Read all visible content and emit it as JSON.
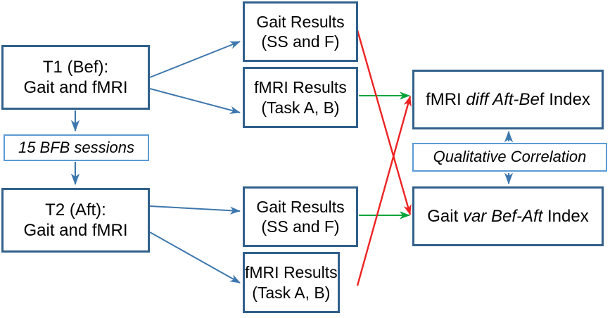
{
  "diagram": {
    "title": "Study design flowchart: BFB training with gait and fMRI assessments",
    "colors": {
      "box_border_dark": "#31608b",
      "box_border_light": "#5b9bd5",
      "arrow_blue": "#3d77ad",
      "arrow_green": "#00a43c",
      "arrow_red": "#ee2222",
      "background": "#ffffff",
      "text": "#000000"
    },
    "nodes": [
      {
        "id": "t1",
        "name": "t1-bef-node",
        "style": "dark",
        "lines": [
          "T1 (Bef):",
          "Gait and fMRI"
        ]
      },
      {
        "id": "bfb",
        "name": "bfb-sessions-node",
        "style": "light",
        "lines": [
          "15 BFB sessions"
        ]
      },
      {
        "id": "t2",
        "name": "t2-aft-node",
        "style": "dark",
        "lines": [
          "T2 (Aft):",
          "Gait and fMRI"
        ]
      },
      {
        "id": "gait_results_1",
        "name": "gait-results-top-node",
        "style": "dark",
        "lines": [
          "Gait Results",
          "(SS and F)"
        ]
      },
      {
        "id": "fmri_results_1",
        "name": "fmri-results-top-node",
        "style": "dark",
        "lines": [
          "fMRI Results",
          "(Task A, B)"
        ]
      },
      {
        "id": "gait_results_2",
        "name": "gait-results-bottom-node",
        "style": "dark",
        "lines": [
          "Gait Results",
          "(SS and F)"
        ]
      },
      {
        "id": "fmri_results_2",
        "name": "fmri-results-bottom-node",
        "style": "dark",
        "lines": [
          "fMRI Results",
          "(Task A, B)"
        ]
      },
      {
        "id": "fmri_index",
        "name": "fmri-diff-index-node",
        "style": "dark",
        "parts": [
          {
            "text": "fMRI ",
            "italic": false
          },
          {
            "text": "diff Aft-Be",
            "italic": true
          },
          {
            "text": "f Index",
            "italic": false
          }
        ]
      },
      {
        "id": "qualitative_correlation",
        "name": "qualitative-correlation-node",
        "style": "light",
        "lines": [
          "Qualitative  Correlation"
        ]
      },
      {
        "id": "gait_index",
        "name": "gait-var-index-node",
        "style": "dark",
        "parts": [
          {
            "text": "Gait ",
            "italic": false
          },
          {
            "text": "var Bef-Aft",
            "italic": true
          },
          {
            "text": " Index",
            "italic": false
          }
        ]
      }
    ],
    "edges": [
      {
        "from": "t1",
        "to": "gait_results_1",
        "color": "blue",
        "name": "edge-t1-to-gait-results-top"
      },
      {
        "from": "t1",
        "to": "fmri_results_1",
        "color": "blue",
        "name": "edge-t1-to-fmri-results-top"
      },
      {
        "from": "t1",
        "to": "bfb",
        "color": "blue",
        "name": "edge-t1-to-bfb"
      },
      {
        "from": "bfb",
        "to": "t2",
        "color": "blue",
        "name": "edge-bfb-to-t2"
      },
      {
        "from": "t2",
        "to": "gait_results_2",
        "color": "blue",
        "name": "edge-t2-to-gait-results-bottom"
      },
      {
        "from": "t2",
        "to": "fmri_results_2",
        "color": "blue",
        "name": "edge-t2-to-fmri-results-bottom"
      },
      {
        "from": "fmri_results_1",
        "to": "fmri_index",
        "color": "green",
        "name": "edge-fmri-top-to-fmri-index"
      },
      {
        "from": "gait_results_2",
        "to": "gait_index",
        "color": "green",
        "name": "edge-gait-bottom-to-gait-index"
      },
      {
        "from": "gait_results_1",
        "to": "gait_index",
        "color": "red",
        "name": "edge-gait-top-to-gait-index"
      },
      {
        "from": "fmri_results_2",
        "to": "fmri_index",
        "color": "red",
        "name": "edge-fmri-bottom-to-fmri-index"
      },
      {
        "from": "qualitative_correlation",
        "to": "fmri_index",
        "color": "blue",
        "name": "edge-correlation-to-fmri-index"
      },
      {
        "from": "qualitative_correlation",
        "to": "gait_index",
        "color": "blue",
        "name": "edge-correlation-to-gait-index"
      }
    ]
  }
}
